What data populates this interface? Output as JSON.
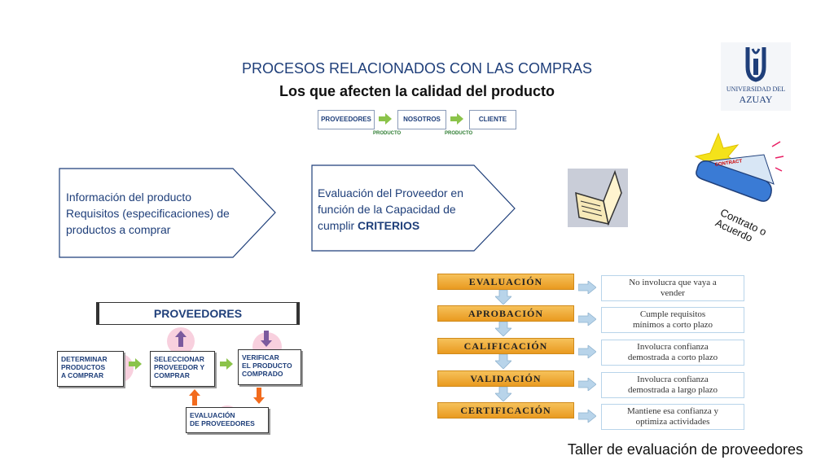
{
  "header": {
    "title": "PROCESOS RELACIONADOS CON LAS COMPRAS",
    "subtitle": "Los que afecten la calidad del producto"
  },
  "top_flow": {
    "boxes": [
      "PROVEEDORES",
      "NOSOTROS",
      "CLIENTE"
    ],
    "labels": [
      "PRODUCTO",
      "PRODUCTO"
    ]
  },
  "pentagon_left": {
    "line1": "Información del producto",
    "line2": "Requisitos (especificaciones) de",
    "line3": "productos a comprar"
  },
  "pentagon_right": {
    "line1": "Evaluación del Proveedor en",
    "line2": "función de la Capacidad de",
    "line3_prefix": "cumplir ",
    "line3_bold": "CRITERIOS"
  },
  "logo": {
    "line1": "UNIVERSIDAD DEL",
    "line2": "AZUAY"
  },
  "contract": {
    "scroll_text": "CONTRACT",
    "label_line1": "Contrato o",
    "label_line2": "Acuerdo"
  },
  "providers_diagram": {
    "header": "PROVEEDORES",
    "box1": [
      "DETERMINAR",
      "PRODUCTOS",
      "A COMPRAR"
    ],
    "box2": [
      "SELECCIONAR",
      "PROVEEDOR Y",
      "COMPRAR"
    ],
    "box3": [
      "VERIFICAR",
      "EL PRODUCTO",
      "COMPRADO"
    ],
    "box4": [
      "EVALUACIÓN",
      "DE PROVEEDORES"
    ]
  },
  "stages": [
    {
      "name": "EVALUACIÓN",
      "desc": [
        "No involucra que vaya a",
        "vender"
      ]
    },
    {
      "name": "APROBACIÓN",
      "desc": [
        "Cumple requisitos",
        "mínimos a corto plazo"
      ]
    },
    {
      "name": "CALIFICACIÓN",
      "desc": [
        "Involucra confianza",
        "demostrada a corto plazo"
      ]
    },
    {
      "name": "VALIDACIÓN",
      "desc": [
        "Involucra confianza",
        "demostrada a largo plazo"
      ]
    },
    {
      "name": "CERTIFICACIÓN",
      "desc": [
        "Mantiene esa confianza y",
        "optimiza actividades"
      ]
    }
  ],
  "footer": "Taller de evaluación de proveedores",
  "colors": {
    "title_blue": "#1f3f7a",
    "stage_orange": "#f0a830",
    "arrow_green": "#8bc34a",
    "arrow_light_blue": "#b8d4ea",
    "arrow_purple": "#7b5a9e",
    "arrow_orange": "#f26b1d"
  }
}
